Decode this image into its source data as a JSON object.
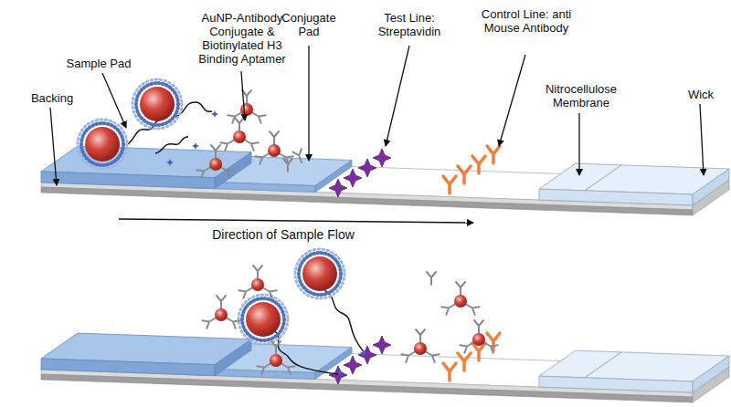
{
  "diagram": {
    "labels": [
      "Backing",
      "Sample Pad",
      "AuNP-Antibody Conjugate & Biotinylated H3 Binding Aptamer",
      "Conjugate Pad",
      "Test Line: Streptavidin",
      "Control Line: anti Mouse Antibody",
      "Nitrocellulose Membrane",
      "Wick",
      "Direction of Sample Flow"
    ]
  }
}
